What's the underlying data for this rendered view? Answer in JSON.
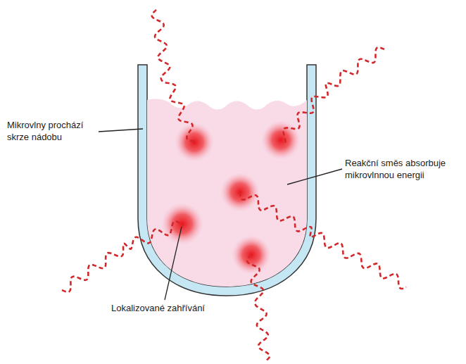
{
  "diagram": {
    "labels": [
      "Mikrovlny prochází skrze nádobu",
      "Reakční směs absorbuje mikrovlnnou energii",
      "Lokalizované zahřívání"
    ]
  }
}
